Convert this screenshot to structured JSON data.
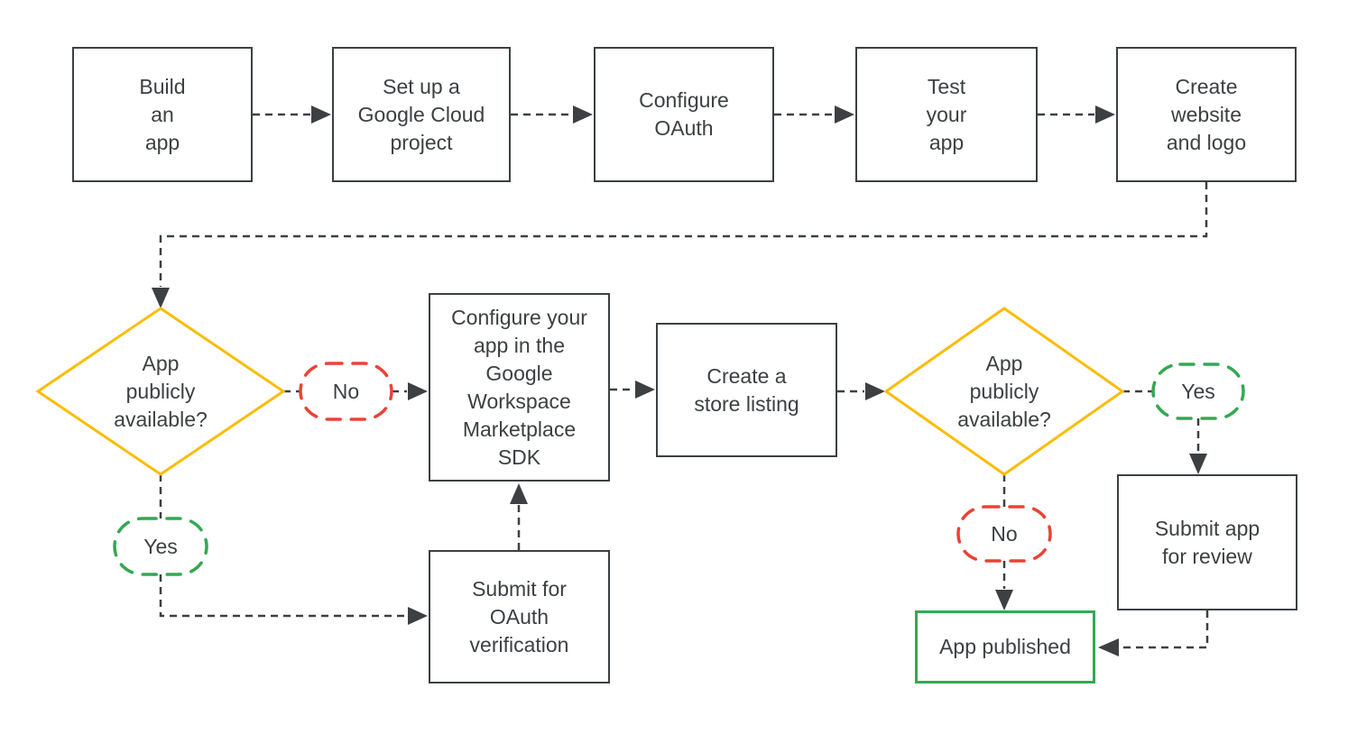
{
  "title": "App publishing flowchart",
  "colors": {
    "line": "#3C4043",
    "text": "#3C4043",
    "decision_border": "#FBBC04",
    "no_border": "#EA4335",
    "yes_border": "#34A853",
    "published_border": "#34A853",
    "background": "#FFFFFF"
  },
  "nodes": {
    "build_app": {
      "label": "Build\nan\napp"
    },
    "cloud_project": {
      "label": "Set up a\nGoogle Cloud\nproject"
    },
    "configure_oauth": {
      "label": "Configure\nOAuth"
    },
    "test_app": {
      "label": "Test\nyour\napp"
    },
    "website_logo": {
      "label": "Create\nwebsite\nand logo"
    },
    "decision_left": {
      "label": "App\npublicly\navailable?"
    },
    "decision_right": {
      "label": "App\npublicly\navailable?"
    },
    "marketplace_sdk": {
      "label": "Configure your\napp in the\nGoogle\nWorkspace\nMarketplace\nSDK"
    },
    "store_listing": {
      "label": "Create a\nstore listing"
    },
    "oauth_verification": {
      "label": "Submit for\nOAuth\nverification"
    },
    "submit_review": {
      "label": "Submit app\nfor review"
    },
    "app_published": {
      "label": "App published"
    },
    "no_left": {
      "label": "No"
    },
    "yes_left": {
      "label": "Yes"
    },
    "yes_right": {
      "label": "Yes"
    },
    "no_right": {
      "label": "No"
    }
  }
}
